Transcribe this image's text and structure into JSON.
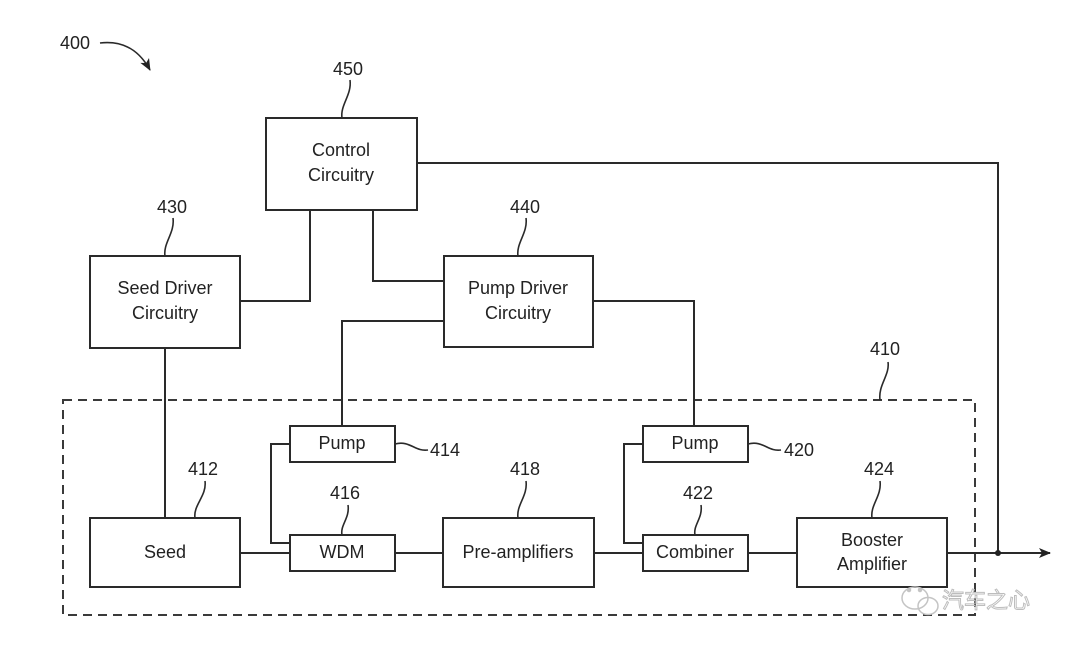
{
  "figure": {
    "ref": "400",
    "blocks": {
      "control": {
        "ref": "450",
        "line1": "Control",
        "line2": "Circuitry"
      },
      "seed_driver": {
        "ref": "430",
        "line1": "Seed Driver",
        "line2": "Circuitry"
      },
      "pump_driver": {
        "ref": "440",
        "line1": "Pump Driver",
        "line2": "Circuitry"
      },
      "laser_system": {
        "ref": "410"
      },
      "seed": {
        "ref": "412",
        "label": "Seed"
      },
      "pump1": {
        "ref": "414",
        "label": "Pump"
      },
      "wdm": {
        "ref": "416",
        "label": "WDM"
      },
      "preamp": {
        "ref": "418",
        "label": "Pre-amplifiers"
      },
      "pump2": {
        "ref": "420",
        "label": "Pump"
      },
      "combiner": {
        "ref": "422",
        "label": "Combiner"
      },
      "booster": {
        "ref": "424",
        "line1": "Booster",
        "line2": "Amplifier"
      }
    }
  },
  "watermark": {
    "icon": "wechat-icon",
    "text": "汽车之心"
  }
}
